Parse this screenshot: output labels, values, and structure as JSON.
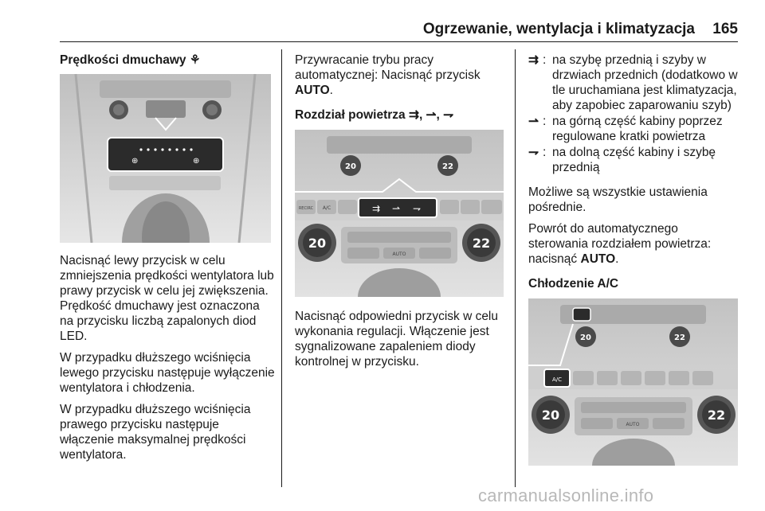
{
  "header": {
    "title": "Ogrzewanie, wentylacja i klimatyzacja",
    "page_number": "165"
  },
  "col1": {
    "heading": "Prędkości dmuchawy ⚘",
    "paragraphs": [
      "Nacisnąć lewy przycisk w celu zmniejszenia prędkości wentylatora lub prawy przycisk w celu jej zwiększenia. Prędkość dmuchawy jest oznaczona na przycisku liczbą zapalonych diod LED.",
      "W przypadku dłuższego wciśnięcia lewego przycisku następuje wyłączenie wentylatora i chłodzenia.",
      "W przypadku dłuższego wciśnięcia prawego przycisku następuje włączenie maksymalnej prędkości wentylatora."
    ]
  },
  "col2": {
    "para1_text": "Przywracanie trybu pracy automatycznej: Nacisnąć przycisk",
    "para1_bold": "AUTO",
    "para1_end": ".",
    "heading": "Rozdział powietrza ⇉, ⇀, ⇁",
    "para2": "Nacisnąć odpowiedni przycisk w celu wykonania regulacji. Włączenie jest sygnalizowane zapaleniem diody kontrolnej w przycisku."
  },
  "col3": {
    "defs": [
      {
        "symbol": "⇉",
        "text": "na szybę przednią i szyby w drzwiach przednich (dodatkowo w tle uruchamiana jest klimatyzacja, aby zapobiec zaparowaniu szyb)"
      },
      {
        "symbol": "⇀",
        "text": "na górną część kabiny poprzez regulowane kratki powietrza"
      },
      {
        "symbol": "⇁",
        "text": "na dolną część kabiny i szybę przednią"
      }
    ],
    "para1": "Możliwe są wszystkie ustawienia pośrednie.",
    "para2_text": "Powrót do automatycznego sterowania rozdziałem powietrza: nacisnąć",
    "para2_bold": "AUTO",
    "para2_end": ".",
    "heading": "Chłodzenie A/C"
  },
  "figures": {
    "fig1": {
      "led_count": 8
    },
    "fig2": {
      "left_temp": "20",
      "right_temp": "22",
      "left_temp_small": "20",
      "right_temp_small": "22",
      "btn_labels": [
        "RECIRC",
        "A/C",
        "AUTO"
      ]
    },
    "fig3": {
      "left_temp": "20",
      "right_temp": "22",
      "left_temp_small": "20",
      "right_temp_small": "22",
      "ac_label": "A/C",
      "auto_label": "AUTO"
    }
  },
  "watermark": "carmanualsonline.info",
  "colors": {
    "figure_bg": "#d9d9d9",
    "panel_dark": "#2b2b2b",
    "knob": "#555555"
  }
}
